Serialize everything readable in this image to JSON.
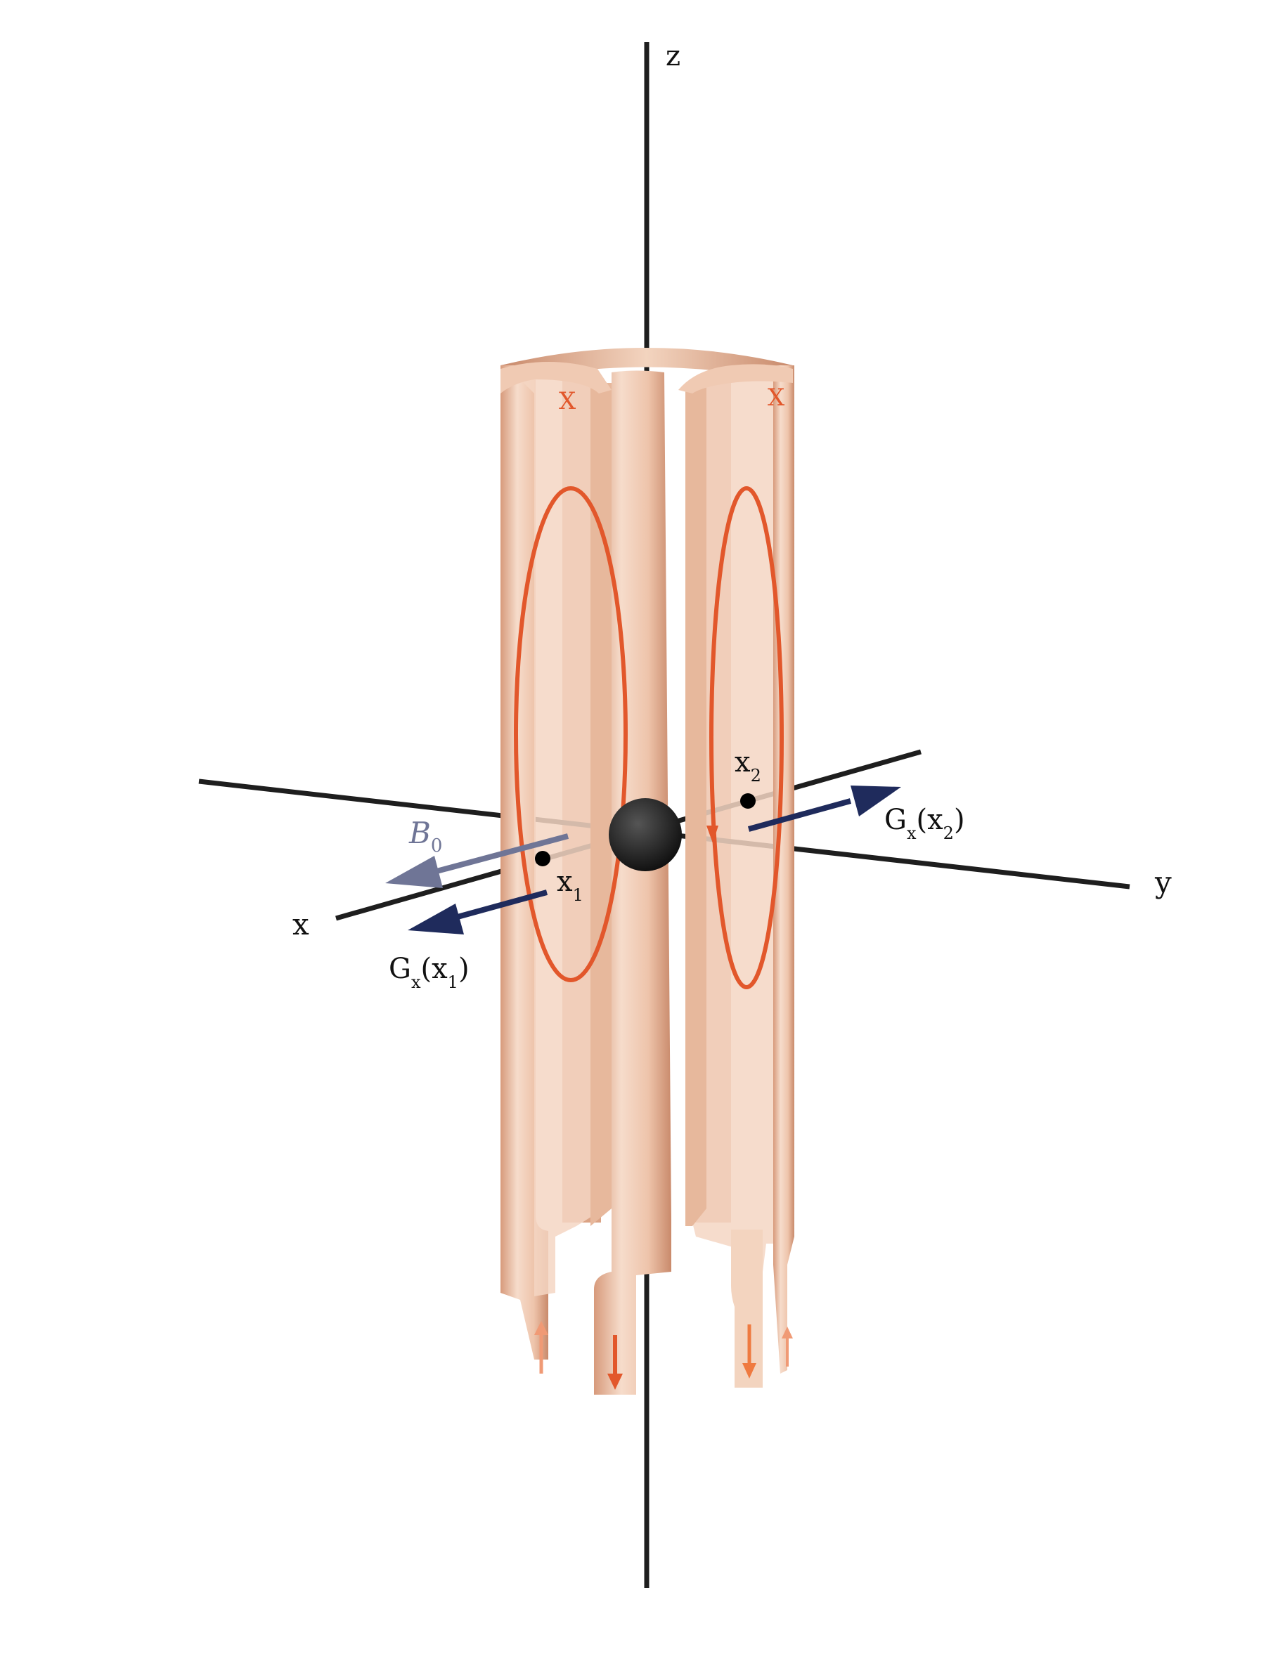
{
  "axes": {
    "z_label": "z",
    "y_label": "y",
    "x_label": "x"
  },
  "field": {
    "b0_symbol": "B",
    "b0_subscript": "0"
  },
  "points": {
    "x1": {
      "base": "x",
      "sub": "1"
    },
    "x2": {
      "base": "x",
      "sub": "2"
    }
  },
  "gradients": {
    "g1": {
      "base": "G",
      "sub1": "x",
      "open": "(x",
      "sub2": "1",
      "close": ")"
    },
    "g2": {
      "base": "G",
      "sub1": "x",
      "open": "(x",
      "sub2": "2",
      "close": ")"
    }
  },
  "coil_marks": {
    "left_cross": "X",
    "right_cross": "X"
  },
  "colors": {
    "axis": "#1e1e1e",
    "copper_light": "#f2d2bd",
    "copper_mid": "#e0ab8e",
    "copper_dark": "#c88566",
    "current_loop": "#e2572b",
    "b0_arrow": "#6f7596",
    "gradient_arrow": "#1f2b5c",
    "point": "#000000"
  },
  "icons": {
    "current_direction_down": "arrow-down-icon",
    "current_direction_up": "arrow-up-icon"
  }
}
